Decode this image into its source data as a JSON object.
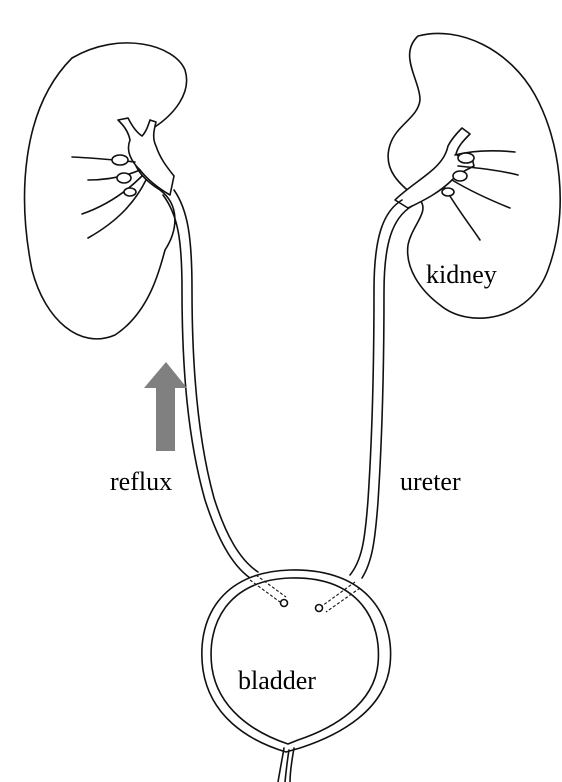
{
  "labels": {
    "kidney": "kidney",
    "reflux": "reflux",
    "ureter": "ureter",
    "bladder": "bladder"
  },
  "colors": {
    "line": "#111111",
    "reflux_arrow": "#808080",
    "background": "#ffffff"
  },
  "icons": {
    "reflux_arrow": "arrow-up-icon"
  }
}
